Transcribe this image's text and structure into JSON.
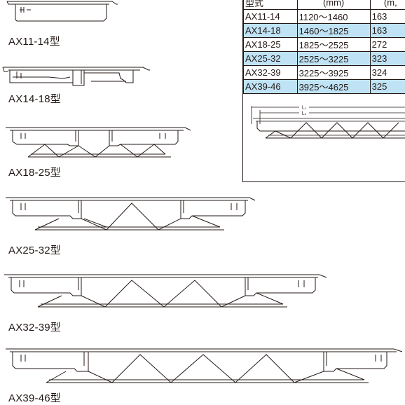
{
  "models": [
    {
      "caption": "AX11-14型"
    },
    {
      "caption": "AX14-18型"
    },
    {
      "caption": "AX18-25型"
    },
    {
      "caption": "AX25-32型"
    },
    {
      "caption": "AX32-39型"
    },
    {
      "caption": "AX39-46型"
    }
  ],
  "spec_table": {
    "header": {
      "type": "型式",
      "range_unit": "(mm)",
      "col3_unit": "(m,"
    },
    "rows": [
      {
        "type": "AX11-14",
        "range": "1120〜1460",
        "col3": "163",
        "highlight": false
      },
      {
        "type": "AX14-18",
        "range": "1460〜1825",
        "col3": "163",
        "highlight": true
      },
      {
        "type": "AX18-25",
        "range": "1825〜2525",
        "col3": "272",
        "highlight": false
      },
      {
        "type": "AX25-32",
        "range": "2525〜3225",
        "col3": "323",
        "highlight": true
      },
      {
        "type": "AX32-39",
        "range": "3225〜3925",
        "col3": "324",
        "highlight": false
      },
      {
        "type": "AX39-46",
        "range": "3925〜4625",
        "col3": "325",
        "highlight": true
      }
    ],
    "dim_labels": {
      "l1": "L₁",
      "l2": "L₂"
    }
  },
  "colors": {
    "line": "#231815",
    "highlight_row": "#bfe3f5"
  }
}
